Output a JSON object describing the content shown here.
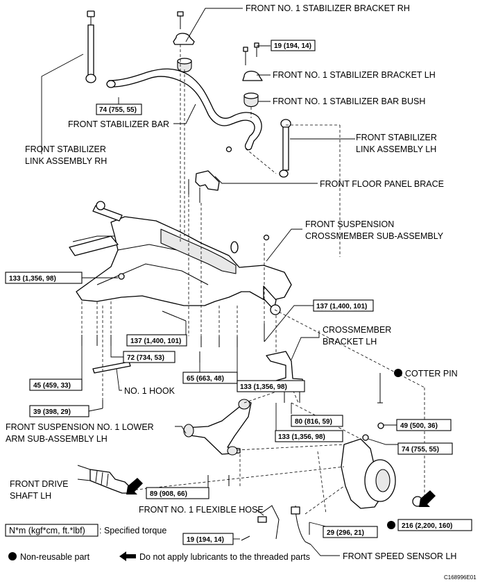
{
  "labels": {
    "stab_bracket_rh": "FRONT NO. 1 STABILIZER BRACKET RH",
    "stab_bracket_lh": "FRONT NO. 1 STABILIZER BRACKET LH",
    "stab_bar_bush": "FRONT NO. 1 STABILIZER BAR BUSH",
    "stab_bar": "FRONT STABILIZER BAR",
    "link_rh_1": "FRONT STABILIZER",
    "link_rh_2": "LINK ASSEMBLY RH",
    "link_lh_1": "FRONT STABILIZER",
    "link_lh_2": "LINK ASSEMBLY LH",
    "floor_brace": "FRONT FLOOR PANEL BRACE",
    "crossmember_1": "FRONT SUSPENSION",
    "crossmember_2": "CROSSMEMBER SUB-ASSEMBLY",
    "cm_bracket_1": "CROSSMEMBER",
    "cm_bracket_2": "BRACKET LH",
    "cotter_pin": "COTTER PIN",
    "hook": "NO. 1 HOOK",
    "lower_arm_1": "FRONT SUSPENSION NO. 1 LOWER",
    "lower_arm_2": "ARM SUB-ASSEMBLY LH",
    "drive_shaft_1": "FRONT DRIVE",
    "drive_shaft_2": "SHAFT LH",
    "flexible_hose": "FRONT NO. 1 FLEXIBLE HOSE",
    "speed_sensor": "FRONT SPEED SENSOR LH"
  },
  "torques": {
    "t_19_top": "19 (194, 14)",
    "t_74_bar": "74 (755, 55)",
    "t_133_left": "133 (1,356, 98)",
    "t_137_right": "137 (1,400, 101)",
    "t_137_center": "137 (1,400, 101)",
    "t_72": "72 (734, 53)",
    "t_65": "65 (663, 48)",
    "t_133_center": "133 (1,356, 98)",
    "t_45": "45 (459, 33)",
    "t_39": "39 (398, 29)",
    "t_80": "80 (816, 59)",
    "t_133_low": "133 (1,356, 98)",
    "t_49": "49 (500, 36)",
    "t_74_knuckle": "74 (755, 55)",
    "t_89": "89 (908, 66)",
    "t_216": "216 (2,200, 160)",
    "t_29": "29 (296, 21)",
    "t_19_bottom": "19 (194, 14)"
  },
  "legend": {
    "torque_unit": "N*m (kgf*cm, ft.*lbf)",
    "torque_desc": ": Specified torque",
    "non_reusable": "Non-reusable part",
    "no_lubricant": "Do not apply lubricants to the threaded parts",
    "figure_code": "C168996E01"
  },
  "icons": {
    "non_reusable": "filled-circle-icon",
    "no_lubricant": "left-arrow-icon"
  }
}
